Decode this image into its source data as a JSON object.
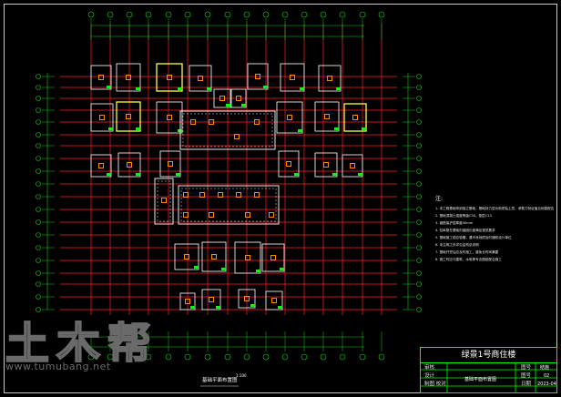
{
  "notes": {
    "title": "注:",
    "items": [
      "1. 本工程基础采用独立基础，基础持力层为粉质粘土层，承载力特征值见地勘报告",
      "2. 基础混凝土强度等级C30，垫层C15",
      "3. 钢筋保护层厚度40mm",
      "4. 柱纵筋在基础内锚固长度满足规范要求",
      "5. 基础施工前应验槽，遇不良地质及时通知设计单位",
      "6. 未注明之处详见结构总说明",
      "7. 基础开挖后应及时施工，避免长时间暴露",
      "8. 施工时应与建筑、水电等专业图纸配合施工"
    ]
  },
  "title_block": {
    "project": "绿景1号商住楼",
    "r1": [
      "审核",
      "",
      "图号",
      "结施"
    ],
    "r2": [
      "设计",
      "基础平面布置图",
      "图号",
      "02"
    ],
    "r3": [
      "制图 校对",
      "",
      "日期",
      "2023-04"
    ]
  },
  "drawing": {
    "title": "基础平面布置图",
    "scale": "1:100"
  },
  "watermark": {
    "chinese": "土木帮",
    "url": "www.tumubang.net"
  },
  "colors": {
    "background": "#000000",
    "axis_red": "#ff2020",
    "footing_white": "#e8e8e8",
    "footing_yellow": "#ffff3c",
    "column_orange": "#ff8a00",
    "rebar_green": "#00ff00",
    "dimension_green": "#10d010",
    "watermark": "#6a6a6a"
  }
}
